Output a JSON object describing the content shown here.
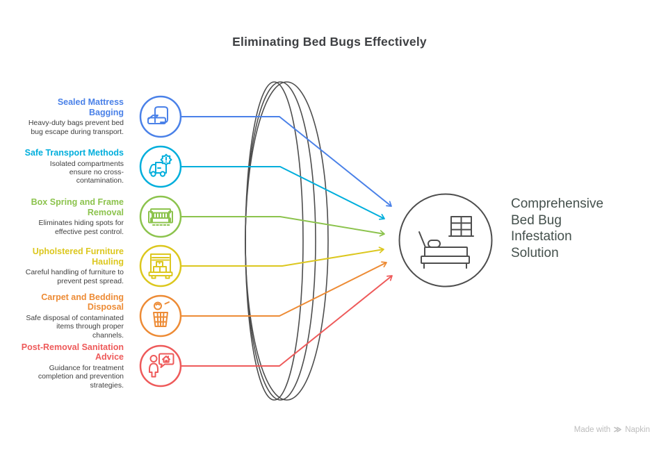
{
  "title": "Eliminating Bed Bugs Effectively",
  "items": [
    {
      "label": "Sealed Mattress Bagging",
      "description": "Heavy-duty bags prevent bed bug escape during transport.",
      "color": "#4A81E8",
      "icon": "mattress-bag-icon"
    },
    {
      "label": "Safe Transport Methods",
      "description": "Isolated compartments ensure no cross-contamination.",
      "color": "#00AEDC",
      "icon": "transport-truck-icon"
    },
    {
      "label": "Box Spring and Frame Removal",
      "description": "Eliminates hiding spots for effective pest control.",
      "color": "#8CC34D",
      "icon": "bed-frame-icon"
    },
    {
      "label": "Upholstered Furniture Hauling",
      "description": "Careful handling of furniture to prevent pest spread.",
      "color": "#DCC71E",
      "icon": "furniture-cart-icon"
    },
    {
      "label": "Carpet and Bedding Disposal",
      "description": "Safe disposal of contaminated items through proper channels.",
      "color": "#ED8B35",
      "icon": "trash-disposal-icon"
    },
    {
      "label": "Post-Removal Sanitation Advice",
      "description": "Guidance for treatment completion and prevention strategies.",
      "color": "#EE5A5A",
      "icon": "sanitation-advice-icon"
    }
  ],
  "result": {
    "label": "Comprehensive Bed Bug Infestation Solution",
    "icon": "bed-room-icon"
  },
  "footer": {
    "made_with": "Made with",
    "brand": "Napkin"
  },
  "colors": {
    "outline": "#4D4D4D",
    "page_title": "#3E4043",
    "description_text": "#3E3E3E",
    "result_text": "#44504C",
    "footer_text": "#BDBDBD"
  }
}
